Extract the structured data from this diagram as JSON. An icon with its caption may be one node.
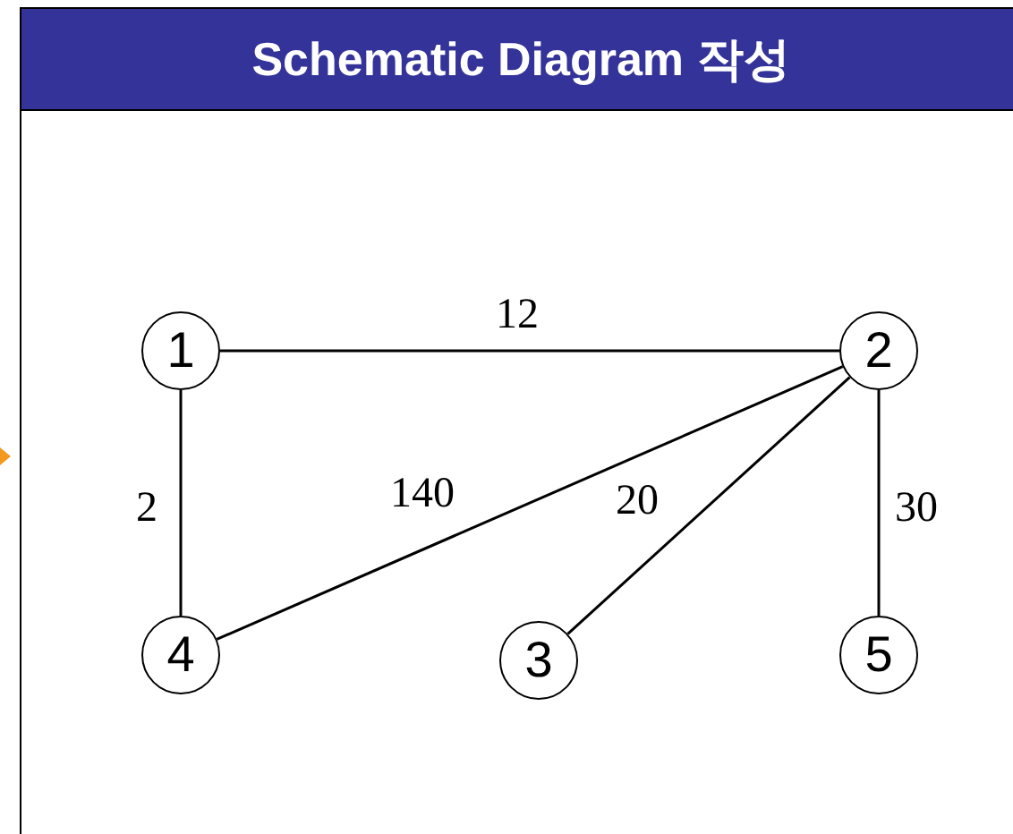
{
  "diagram": {
    "title": "Schematic Diagram 작성",
    "nodes": [
      {
        "text": [
          "1"
        ]
      },
      {
        "text": [
          "2"
        ]
      },
      {
        "text": [
          "4"
        ]
      },
      {
        "text": [
          "3"
        ]
      },
      {
        "text": [
          "5"
        ]
      }
    ],
    "edges": [
      {
        "from": 0,
        "to": 1,
        "arrow": "none",
        "label": "12"
      },
      {
        "from": 0,
        "to": 2,
        "arrow": "none",
        "label": "2"
      },
      {
        "from": 1,
        "to": 2,
        "arrow": "none",
        "label": "140"
      },
      {
        "from": 1,
        "to": 3,
        "arrow": "none",
        "label": "20"
      },
      {
        "from": 1,
        "to": 4,
        "arrow": "none",
        "label": "30"
      }
    ]
  }
}
